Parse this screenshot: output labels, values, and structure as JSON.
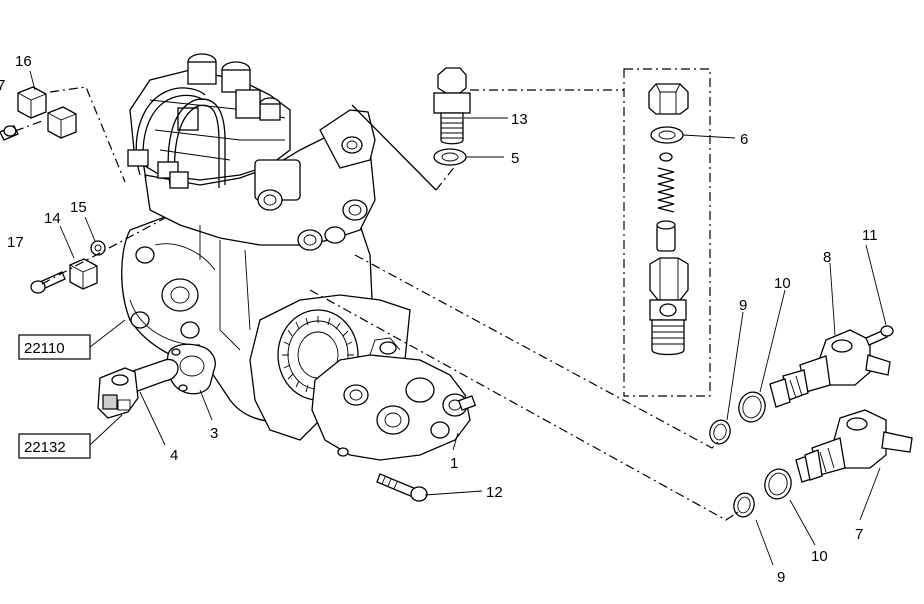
{
  "callouts": {
    "c1": "1",
    "c3": "3",
    "c4": "4",
    "c5": "5",
    "c6": "6",
    "c7a": "7",
    "c7b": "7",
    "c8": "8",
    "c9a": "9",
    "c9b": "9",
    "c10a": "10",
    "c10b": "10",
    "c11": "11",
    "c12": "12",
    "c13": "13",
    "c14": "14",
    "c15": "15",
    "c16": "16",
    "c17": "17"
  },
  "references": {
    "r1": "22110",
    "r2": "22132"
  }
}
